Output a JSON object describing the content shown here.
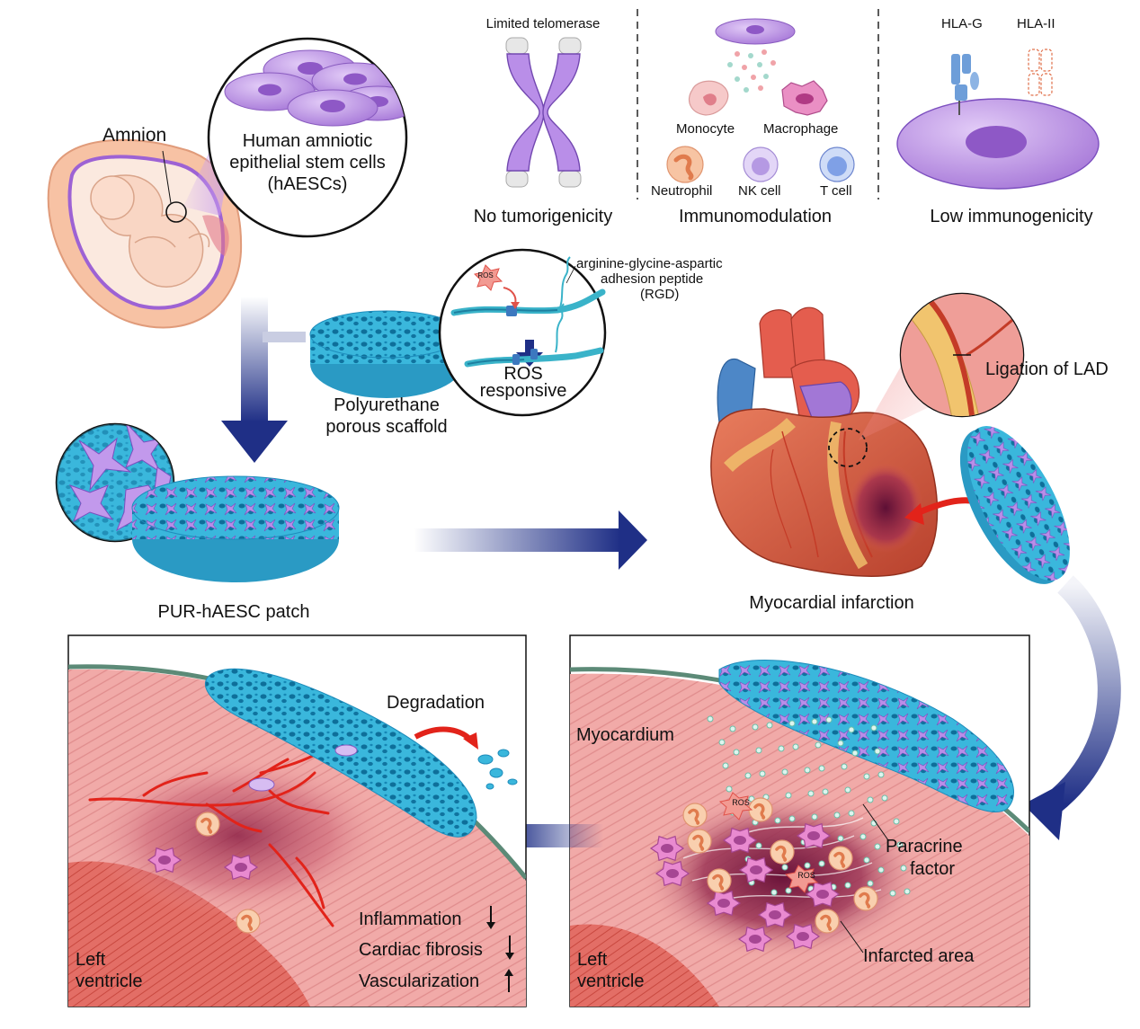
{
  "top_panels": {
    "telomerase_label": "Limited telomerase",
    "no_tumorigenicity": "No tumorigenicity",
    "immunomodulation": "Immunomodulation",
    "monocyte": "Monocyte",
    "macrophage": "Macrophage",
    "neutrophil": "Neutrophil",
    "nk_cell": "NK cell",
    "t_cell": "T cell",
    "hla_g": "HLA-G",
    "hla_ii": "HLA-II",
    "low_immunogenicity": "Low immunogenicity"
  },
  "source": {
    "amnion": "Amnion",
    "haesc_line1": "Human amniotic",
    "haesc_line2": "epithelial stem cells",
    "haesc_line3": "(hAESCs)"
  },
  "scaffold": {
    "label_line1": "Polyurethane",
    "label_line2": "porous scaffold",
    "rgd_line1": "arginine-glycine-aspartic",
    "rgd_line2": "adhesion peptide",
    "rgd_line3": "(RGD)",
    "ros_badge": "ROS",
    "ros_line1": "ROS",
    "ros_line2": "responsive"
  },
  "patch": {
    "label": "PUR-hAESC patch"
  },
  "heart": {
    "ligation": "Ligation of LAD",
    "mi_label": "Myocardial infarction"
  },
  "right_box": {
    "myocardium": "Myocardium",
    "paracrine_line1": "Paracrine",
    "paracrine_line2": "factor",
    "infarcted": "Infarcted area",
    "lv_line1": "Left",
    "lv_line2": "ventricle",
    "ros1": "ROS",
    "ros2": "ROS"
  },
  "left_box": {
    "degradation": "Degradation",
    "inflammation": "Inflammation",
    "fibrosis": "Cardiac fibrosis",
    "vascularization": "Vascularization",
    "lv_line1": "Left",
    "lv_line2": "ventricle"
  },
  "colors": {
    "arrow_blue": "#1f2f86",
    "scaffold_blue": "#3ab7dc",
    "cell_purple": "#b98ee8",
    "myocardium_pink": "#f1aaa8",
    "infarct_dark": "#7e1d45",
    "ros_red": "#e8504a",
    "vessel_red": "#e2231a"
  }
}
